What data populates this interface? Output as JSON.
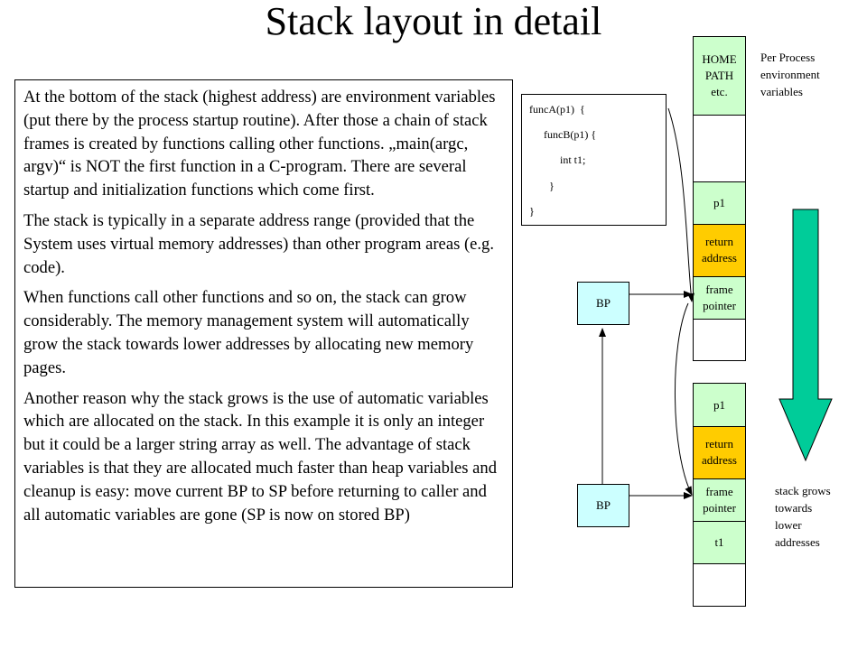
{
  "title": "Stack layout in detail",
  "description_paragraphs": [
    "At the bottom of the stack (highest address) are environment variables (put there by the process startup routine). After those a chain of stack frames is created by functions calling other functions. „main(argc, argv)“ is NOT the first function in a C-program. There are several startup and initialization functions which come first.",
    "The stack is typically in a separate address range (provided that the System uses virtual memory addresses) than other program areas (e.g. code).",
    "When functions call other functions and so on, the stack can grow considerably. The memory management system will automatically grow the stack towards lower addresses by allocating new memory pages.",
    "Another reason why the stack grows is the use of automatic variables which are allocated on the stack. In this example it is only an integer but it could be a larger string array as well. The advantage of stack variables is that they are allocated much faster than heap variables and cleanup is easy: move current BP to SP before returning to caller and all automatic variables are gone (SP is now on stored BP)"
  ],
  "code": {
    "line1": "funcA(p1)  {",
    "line2": "funcB(p1) {",
    "line3": "int t1;",
    "line4": "}",
    "line5": "}"
  },
  "stack_top": {
    "env_line1": "HOME",
    "env_line2": "PATH",
    "env_line3": "etc.",
    "p1": "p1",
    "return_line1": "return",
    "return_line2": "address",
    "frame_line1": "frame",
    "frame_line2": "pointer"
  },
  "stack_bottom": {
    "p1": "p1",
    "return_line1": "return",
    "return_line2": "address",
    "frame_line1": "frame",
    "frame_line2": "pointer",
    "t1": "t1"
  },
  "bp_upper": "BP",
  "bp_lower": "BP",
  "note_env": {
    "line1": "Per Process",
    "line2": "environment",
    "line3": "variables"
  },
  "note_grow": {
    "line1": "stack grows",
    "line2": "towards",
    "line3": "lower",
    "line4": "addresses"
  },
  "colors": {
    "env": "#ccffcc",
    "return_address": "#ffcc00",
    "bp_box": "#ccffff",
    "grow_arrow": "#00cc99"
  },
  "icons": {
    "grow_arrow": "down-arrow-icon"
  }
}
